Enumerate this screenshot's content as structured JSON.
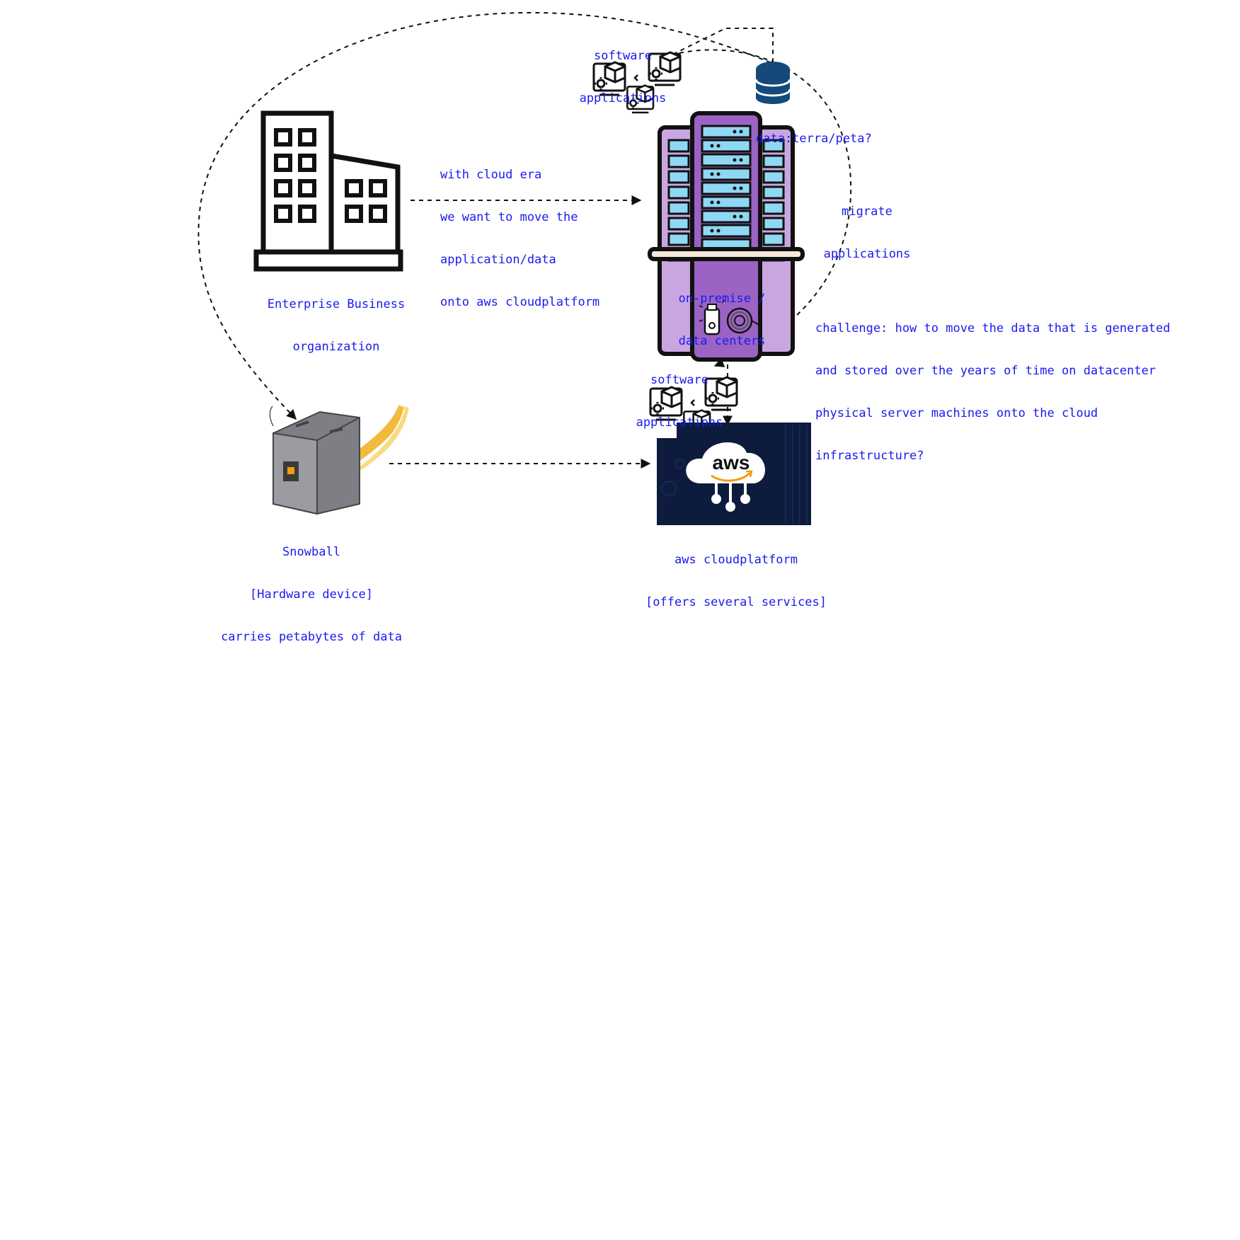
{
  "labels": {
    "enterprise": [
      "Enterprise Business",
      "organization"
    ],
    "cloud_move": [
      "with cloud era",
      "we want to move the",
      "application/data",
      "onto aws cloudplatform"
    ],
    "software_top": [
      "software",
      "applications"
    ],
    "data_size": [
      "data:terra/peta?"
    ],
    "onprem": [
      "on-premise /",
      "data centers"
    ],
    "migrate": [
      "migrate",
      "applications"
    ],
    "challenge": [
      "challenge: how to move the data that is generated",
      "and stored over the years of time on datacenter",
      "physical server machines onto the cloud",
      "infrastructure?"
    ],
    "software_mid": [
      "software",
      "applications"
    ],
    "snowball": [
      "Snowball",
      "[Hardware device]",
      "carries petabytes of data"
    ],
    "aws": [
      "aws cloudplatform",
      "[offers several services]"
    ],
    "aws_logo": "aws"
  },
  "colors": {
    "label_text": "#1a1aee",
    "connector": "#111111",
    "server_purple": "#9b63c4",
    "server_light_purple": "#c9a6e0",
    "server_blue": "#8fd8f4",
    "database_blue": "#14497a",
    "aws_bg": "#0d1b3d",
    "aws_orange": "#f39c12",
    "snowball_gray": "#7d7f84",
    "snowball_gold": "#f0b429"
  },
  "icons": {
    "enterprise": "office-building-icon",
    "onprem": "server-rack-icon",
    "database": "database-icon",
    "software": "software-package-icon",
    "storage": "usb-drive-and-cable-icon",
    "aws": "aws-cloud-icon",
    "snowball": "snowball-device-icon"
  }
}
